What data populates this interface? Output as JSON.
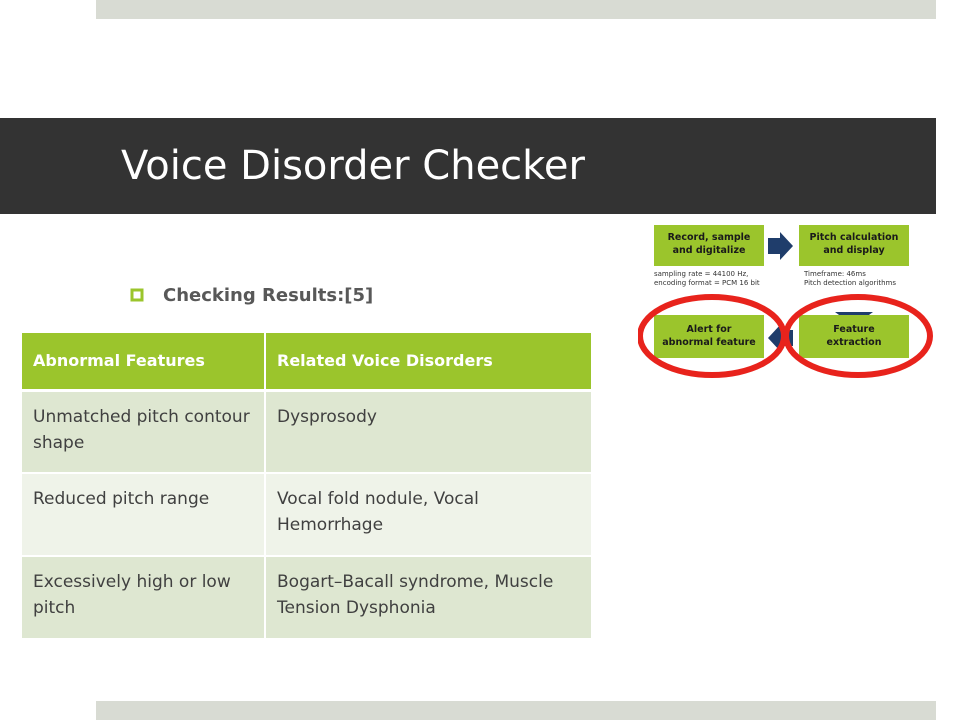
{
  "slide": {
    "title": "Voice Disorder Checker",
    "bullet": {
      "icon": "square-bullet-icon",
      "text": "Checking Results:[5]"
    }
  },
  "table": {
    "headers": [
      "Abnormal Features",
      "Related Voice Disorders"
    ],
    "rows": [
      [
        "Unmatched pitch contour shape",
        "Dysprosody"
      ],
      [
        "Reduced pitch range",
        "Vocal fold nodule, Vocal Hemorrhage"
      ],
      [
        "Excessively high or low pitch",
        "Bogart–Bacall syndrome, Muscle Tension Dysphonia"
      ]
    ]
  },
  "diagram": {
    "boxes": {
      "record": [
        "Record, sample",
        "and digitalize"
      ],
      "pitch": [
        "Pitch calculation",
        "and display"
      ],
      "alert": [
        "Alert for",
        "abnormal feature"
      ],
      "feature": [
        "Feature",
        "extraction"
      ]
    },
    "notes": {
      "left": [
        "sampling rate = 44100 Hz,",
        "encoding format = PCM 16 bit"
      ],
      "right": [
        "Timeframe: 46ms",
        "Pitch detection algorithms"
      ]
    }
  },
  "colors": {
    "title_band": "#333333",
    "accent_green": "#9bc52c",
    "row_dark": "#dee7d1",
    "row_light": "#eff3e9",
    "highlight_ring": "#e8231c",
    "arrow_navy": "#1f3d6b"
  }
}
